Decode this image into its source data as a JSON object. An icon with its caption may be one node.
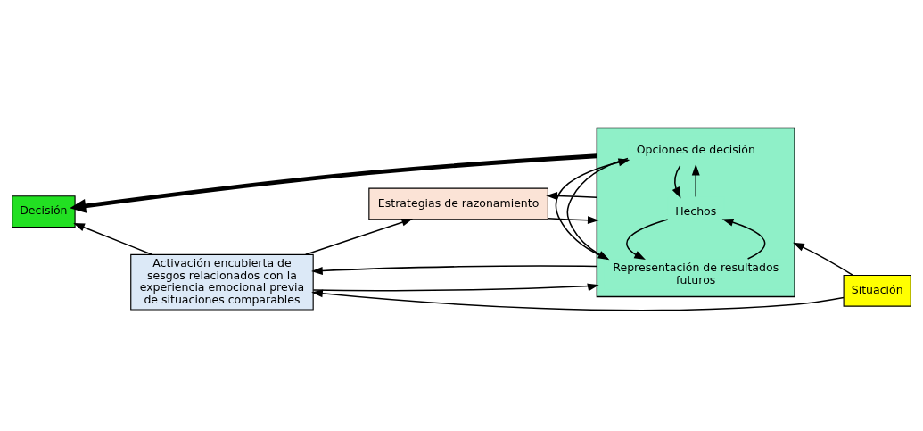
{
  "diagram": {
    "nodes": [
      {
        "text": [
          "Estrategias de razonamiento"
        ]
      },
      {
        "text": [],
        "shape": "box"
      },
      {
        "text": [
          "Hechos"
        ],
        "in": 1
      },
      {
        "text": [
          "Opciones de decisión"
        ],
        "in": 1
      },
      {
        "text": [
          "Representación de resultados futuros"
        ],
        "in": 1
      },
      {
        "text": [
          "Situación"
        ]
      },
      {
        "text": [
          "Decisión"
        ]
      },
      {
        "text": [
          "Activación encubierta de sesgos relacionados con la experiencia emocional previa de situaciones comparables"
        ]
      }
    ],
    "edges": [
      {
        "from": 0,
        "to": 1,
        "arrow": "to"
      },
      {
        "from": 1,
        "to": 0,
        "arrow": "to"
      },
      {
        "from": 5,
        "to": 1,
        "arrow": "to"
      },
      {
        "from": 1,
        "to": 6,
        "arrow": "to",
        "style": "thick"
      },
      {
        "from": 7,
        "to": 6,
        "arrow": "to"
      },
      {
        "from": 7,
        "to": 0,
        "arrow": "to"
      },
      {
        "from": 7,
        "to": 1,
        "arrow": "to"
      },
      {
        "from": 1,
        "to": 7,
        "arrow": "to"
      },
      {
        "from": 5,
        "to": 7,
        "arrow": "to"
      },
      {
        "from": 2,
        "to": 3,
        "arrow": "to"
      },
      {
        "from": 3,
        "to": 2,
        "arrow": "to"
      },
      {
        "from": 3,
        "to": 4,
        "arrow": "to"
      },
      {
        "from": 4,
        "to": 3,
        "arrow": "to"
      },
      {
        "from": 4,
        "to": 2,
        "arrow": "to"
      },
      {
        "from": 2,
        "to": 4,
        "arrow": "to"
      }
    ]
  }
}
